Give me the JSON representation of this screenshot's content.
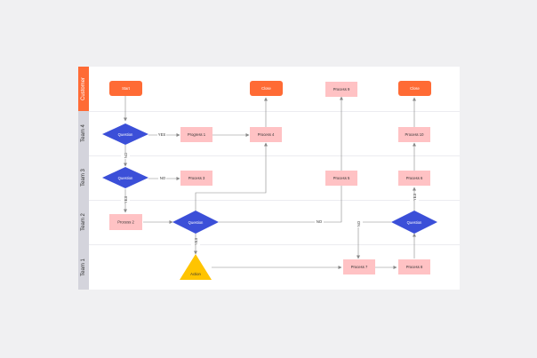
{
  "lanes": [
    {
      "label": "Customer"
    },
    {
      "label": "Team 4"
    },
    {
      "label": "Team 3"
    },
    {
      "label": "Team 2"
    },
    {
      "label": "Team 1"
    }
  ],
  "nodes": {
    "start": "Start",
    "close_a": "Close",
    "process_9": "Process 9",
    "close_b": "Close",
    "question_t4": "Question",
    "progress_1": "Progress 1",
    "process_4": "Process 4",
    "process_10": "Process 10",
    "question_t3": "Question",
    "process_3": "Process 3",
    "process_5": "Process 5",
    "process_6": "Process 6",
    "process_2": "Process 2",
    "question_t2a": "Question",
    "question_t2b": "Question",
    "action": "Action",
    "process_7": "Process 7",
    "process_8": "Process 8"
  },
  "edge_labels": {
    "yes_1": "YES",
    "no_1": "NO",
    "no_2": "NO",
    "yes_2": "YES",
    "yes_3": "YES",
    "no_3": "NO",
    "no_4": "NO",
    "yes_4": "YES"
  },
  "colors": {
    "customer_lane": "#ff6b35",
    "team_lane": "#d4d4dc",
    "terminal": "#ff6b35",
    "process": "#ffc2c4",
    "decision": "#3b4fd8",
    "action": "#ffc400",
    "connector": "#888888"
  }
}
